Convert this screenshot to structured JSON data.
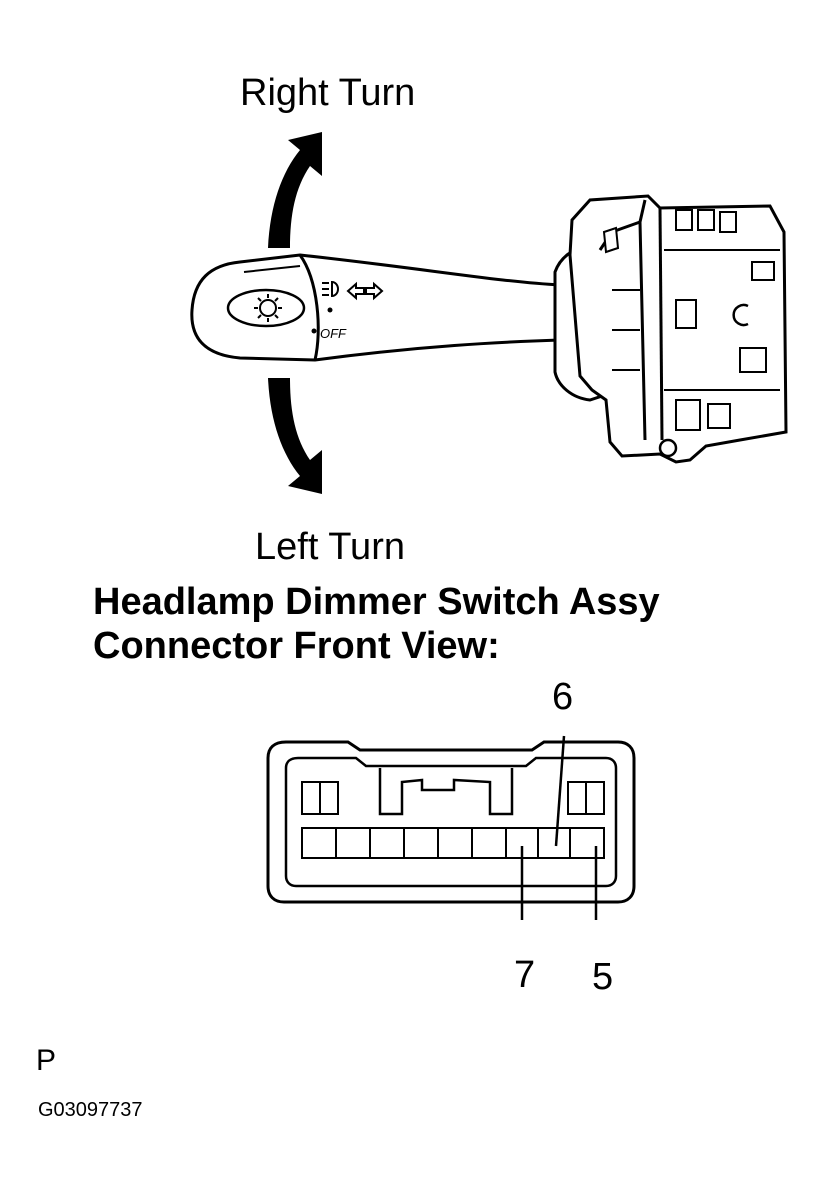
{
  "labels": {
    "right_turn": "Right Turn",
    "left_turn": "Left Turn",
    "off_mark": "OFF"
  },
  "title": {
    "line1": "Headlamp Dimmer Switch Assy",
    "line2": "Connector Front View:"
  },
  "pins": {
    "top": "6",
    "bottom_left": "7",
    "bottom_right": "5"
  },
  "footer": {
    "letter": "P",
    "code": "G03097737"
  }
}
